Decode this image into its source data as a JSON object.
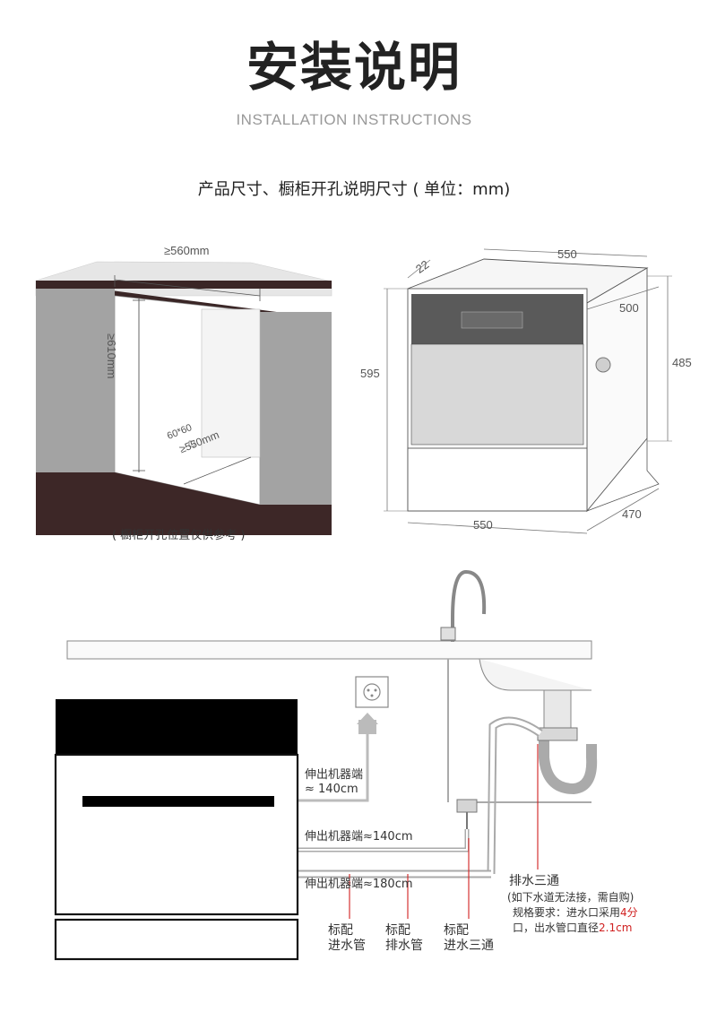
{
  "header": {
    "title": "安装说明",
    "subtitle": "INSTALLATION INSTRUCTIONS",
    "section_title": "产品尺寸、橱柜开孔说明尺寸 ( 单位：mm)"
  },
  "cabinet_diagram": {
    "width_label": "≥560mm",
    "height_label": "≥610mm",
    "depth_label": "≥550mm",
    "hole_label": "60*60",
    "caption": "( 橱柜开孔位置仅供参考 )"
  },
  "product_diagram": {
    "top_width": "550",
    "top_side": "22",
    "depth_500": "500",
    "height_595": "595",
    "height_485": "485",
    "bottom_width": "550",
    "depth_470": "470"
  },
  "plumbing_diagram": {
    "extend_1_line1": "伸出机器端",
    "extend_1_line2": "≈ 140cm",
    "extend_2": "伸出机器端≈140cm",
    "extend_3": "伸出机器端≈180cm",
    "std_inlet_1": "标配",
    "std_inlet_2": "进水管",
    "std_drain_1": "标配",
    "std_drain_2": "排水管",
    "std_tee_1": "标配",
    "std_tee_2": "进水三通",
    "drain_tee_title": "排水三通",
    "drain_tee_note": "(如下水道无法接，需自购)",
    "spec_prefix": "规格要求：进水口采用",
    "spec_red_1": "4分",
    "spec_line2_a": "口，出水管口直径",
    "spec_red_2": "2.1",
    "spec_unit": "cm"
  },
  "colors": {
    "cabinet_gray": "#a3a3a3",
    "countertop_dark": "#3a2626",
    "plinth_dark": "#3d2727",
    "accent_red": "#d02020"
  }
}
